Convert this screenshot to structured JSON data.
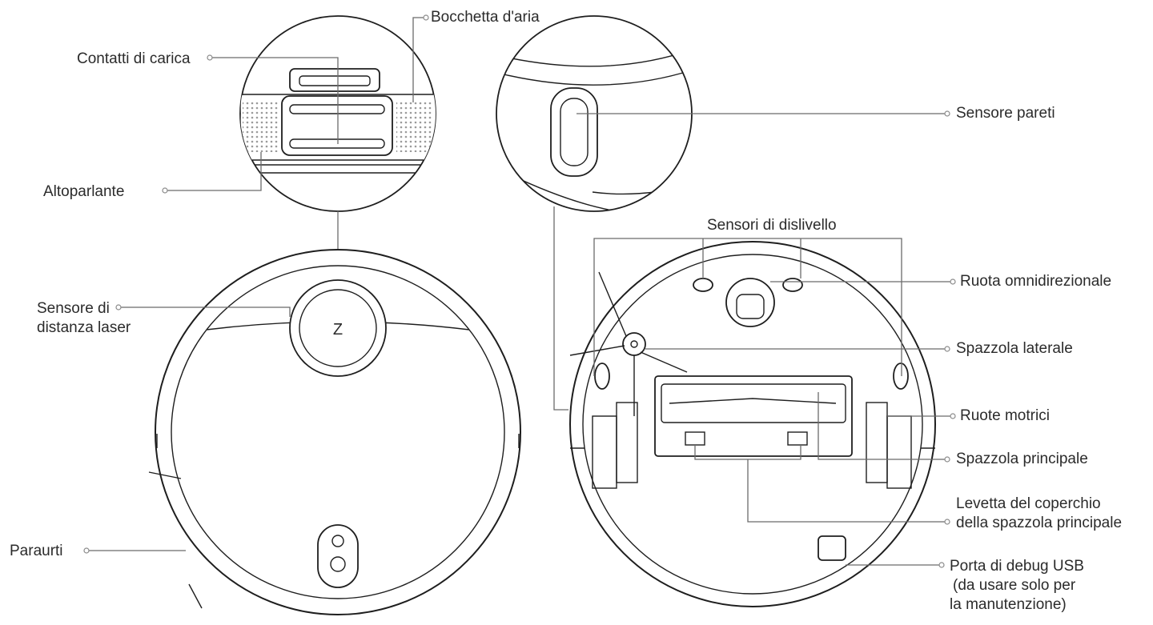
{
  "labels": {
    "air_vent": "Bocchetta d'aria",
    "charging_contacts": "Contatti di carica",
    "speaker": "Altoparlante",
    "laser_sensor_line1": "Sensore di",
    "laser_sensor_line2": "distanza laser",
    "bumper": "Paraurti",
    "wall_sensor": "Sensore pareti",
    "cliff_sensors": "Sensori di dislivello",
    "omni_wheel": "Ruota omnidirezionale",
    "side_brush": "Spazzola laterale",
    "drive_wheels": "Ruote motrici",
    "main_brush": "Spazzola principale",
    "main_brush_cover_line1": "Levetta del coperchio",
    "main_brush_cover_line2": "della spazzola principale",
    "usb_port_line1": "Porta di debug USB",
    "usb_port_line2": "(da usare solo per",
    "usb_port_line3": "la manutenzione)"
  },
  "robot_top_logo": "Z",
  "colors": {
    "line": "#6b6b6b",
    "outline": "#1e1e1e",
    "text": "#2b2b2b"
  }
}
